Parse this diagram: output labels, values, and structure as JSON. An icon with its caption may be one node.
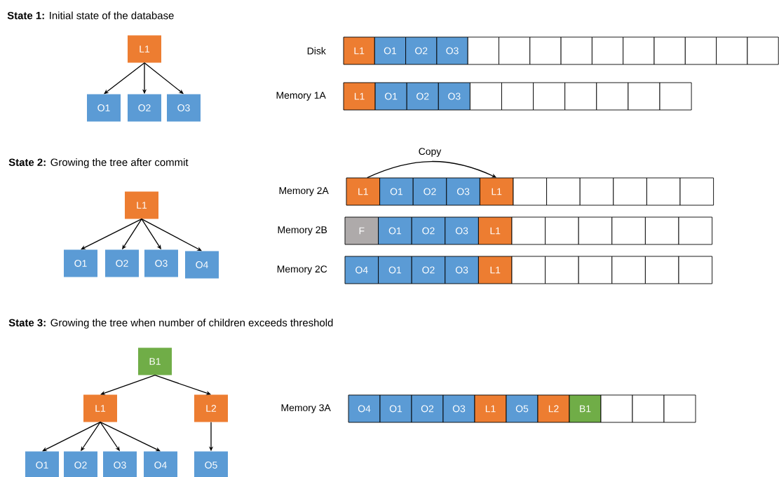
{
  "diagram": {
    "nodes": [
      {
        "text": [
          "L1"
        ]
      },
      {
        "text": [
          "O1"
        ]
      },
      {
        "text": [
          "O2"
        ]
      },
      {
        "text": [
          "O3"
        ]
      },
      {
        "text": [
          "L1"
        ]
      },
      {
        "text": [
          "O1"
        ]
      },
      {
        "text": [
          "O2"
        ]
      },
      {
        "text": [
          "O3"
        ]
      },
      {
        "text": [],
        "shape": "box"
      },
      {
        "text": [],
        "shape": "box"
      },
      {
        "text": [],
        "shape": "box"
      },
      {
        "text": [],
        "shape": "box"
      },
      {
        "text": [],
        "shape": "box"
      },
      {
        "text": [],
        "shape": "box"
      },
      {
        "text": [],
        "shape": "box"
      },
      {
        "text": [],
        "shape": "box"
      },
      {
        "text": [],
        "shape": "box"
      },
      {
        "text": [],
        "shape": "box"
      },
      {
        "text": [
          "L1"
        ]
      },
      {
        "text": [
          "O1"
        ]
      },
      {
        "text": [
          "O2"
        ]
      },
      {
        "text": [
          "O3"
        ]
      },
      {
        "text": [],
        "shape": "box"
      },
      {
        "text": [],
        "shape": "box"
      },
      {
        "text": [],
        "shape": "box"
      },
      {
        "text": [],
        "shape": "box"
      },
      {
        "text": [],
        "shape": "box"
      },
      {
        "text": [],
        "shape": "box"
      },
      {
        "text": [],
        "shape": "box"
      },
      {
        "text": [
          "L1"
        ]
      },
      {
        "text": [
          "O1"
        ]
      },
      {
        "text": [
          "O2"
        ]
      },
      {
        "text": [
          "O3"
        ]
      },
      {
        "text": [
          "O4"
        ]
      },
      {
        "text": [
          "L1"
        ]
      },
      {
        "text": [
          "O1"
        ]
      },
      {
        "text": [
          "O2"
        ]
      },
      {
        "text": [
          "O3"
        ]
      },
      {
        "text": [
          "L1"
        ]
      },
      {
        "text": [],
        "shape": "box"
      },
      {
        "text": [],
        "shape": "box"
      },
      {
        "text": [],
        "shape": "box"
      },
      {
        "text": [],
        "shape": "box"
      },
      {
        "text": [],
        "shape": "box"
      },
      {
        "text": [],
        "shape": "box"
      },
      {
        "text": [
          "F"
        ]
      },
      {
        "text": [
          "O1"
        ]
      },
      {
        "text": [
          "O2"
        ]
      },
      {
        "text": [
          "O3"
        ]
      },
      {
        "text": [
          "L1"
        ]
      },
      {
        "text": [],
        "shape": "box"
      },
      {
        "text": [],
        "shape": "box"
      },
      {
        "text": [],
        "shape": "box"
      },
      {
        "text": [],
        "shape": "box"
      },
      {
        "text": [],
        "shape": "box"
      },
      {
        "text": [],
        "shape": "box"
      },
      {
        "text": [
          "O4"
        ]
      },
      {
        "text": [
          "O1"
        ]
      },
      {
        "text": [
          "O2"
        ]
      },
      {
        "text": [
          "O3"
        ]
      },
      {
        "text": [
          "L1"
        ]
      },
      {
        "text": [],
        "shape": "box"
      },
      {
        "text": [],
        "shape": "box"
      },
      {
        "text": [],
        "shape": "box"
      },
      {
        "text": [],
        "shape": "box"
      },
      {
        "text": [],
        "shape": "box"
      },
      {
        "text": [],
        "shape": "box"
      },
      {
        "text": [
          "B1"
        ]
      },
      {
        "text": [
          "L1"
        ]
      },
      {
        "text": [
          "L2"
        ]
      },
      {
        "text": [
          "O1"
        ]
      },
      {
        "text": [
          "O2"
        ]
      },
      {
        "text": [
          "O3"
        ]
      },
      {
        "text": [
          "O4"
        ]
      },
      {
        "text": [
          "O5"
        ]
      },
      {
        "text": [
          "O4"
        ]
      },
      {
        "text": [
          "O1"
        ]
      },
      {
        "text": [
          "O2"
        ]
      },
      {
        "text": [
          "O3"
        ]
      },
      {
        "text": [
          "L1"
        ]
      },
      {
        "text": [
          "O5"
        ]
      },
      {
        "text": [
          "L2"
        ]
      },
      {
        "text": [
          "B1"
        ]
      },
      {
        "text": [],
        "shape": "box"
      },
      {
        "text": [],
        "shape": "box"
      },
      {
        "text": [],
        "shape": "box"
      }
    ],
    "edges": [
      {
        "from": 0,
        "to": 1,
        "arrow": "to"
      },
      {
        "from": 0,
        "to": 2,
        "arrow": "to"
      },
      {
        "from": 0,
        "to": 3,
        "arrow": "to"
      },
      {
        "from": 34,
        "to": 38,
        "arrow": "to",
        "label": "Copy"
      },
      {
        "from": 29,
        "to": 30,
        "arrow": "to"
      },
      {
        "from": 29,
        "to": 31,
        "arrow": "to"
      },
      {
        "from": 29,
        "to": 32,
        "arrow": "to"
      },
      {
        "from": 29,
        "to": 33,
        "arrow": "to"
      },
      {
        "from": 67,
        "to": 68,
        "arrow": "to"
      },
      {
        "from": 67,
        "to": 69,
        "arrow": "to"
      },
      {
        "from": 68,
        "to": 70,
        "arrow": "to"
      },
      {
        "from": 68,
        "to": 71,
        "arrow": "to"
      },
      {
        "from": 68,
        "to": 72,
        "arrow": "to"
      },
      {
        "from": 68,
        "to": 73,
        "arrow": "to"
      },
      {
        "from": 69,
        "to": 74,
        "arrow": "to"
      }
    ],
    "labels": [
      "**State 1:** Initial state of the database",
      "Disk",
      "Memory 1A",
      "**State 2:** Growing the tree after commit",
      "Memory 2A",
      "Memory 2B",
      "Memory 2C",
      "**State 3:** Growing the tree when number of children exceeds threshold",
      "Memory 3A"
    ]
  }
}
